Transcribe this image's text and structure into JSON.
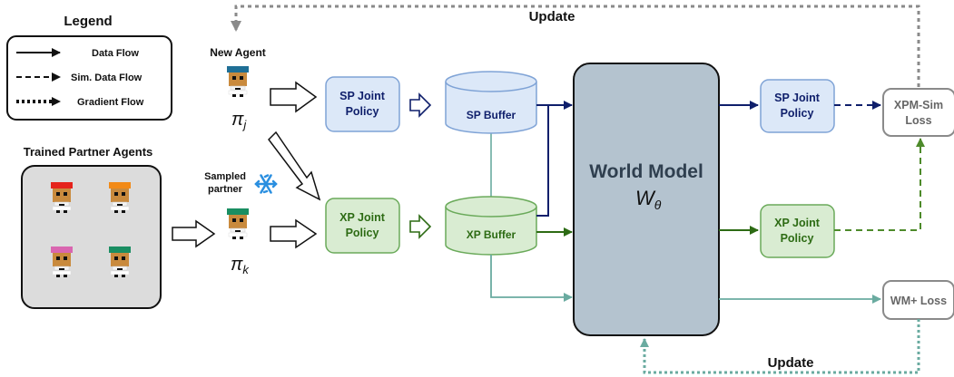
{
  "legend": {
    "title": "Legend",
    "items": [
      {
        "label": "Data Flow",
        "style": "solid"
      },
      {
        "label": "Sim. Data Flow",
        "style": "dashed"
      },
      {
        "label": "Gradient Flow",
        "style": "dotted"
      }
    ]
  },
  "top_update_label": "Update",
  "bottom_update_label": "Update",
  "new_agent": {
    "label": "New Agent",
    "symbol": "π",
    "subscript": "j",
    "hat_color": "#1f6f96"
  },
  "trained_partners": {
    "title": "Trained Partner Agents",
    "hat_colors": [
      "#e5231c",
      "#f28a17",
      "#d966b0",
      "#1a8e62"
    ]
  },
  "sampled_partner": {
    "line1": "Sampled",
    "line2": "partner",
    "symbol": "π",
    "subscript": "k",
    "hat_color": "#1a8e62",
    "icon": "snowflake-icon"
  },
  "sp_joint_policy": {
    "line1": "SP Joint",
    "line2": "Policy"
  },
  "xp_joint_policy": {
    "line1": "XP Joint",
    "line2": "Policy"
  },
  "sp_buffer": "SP Buffer",
  "xp_buffer": "XP Buffer",
  "world_model": {
    "title": "World Model",
    "symbol": "W",
    "subscript": "θ"
  },
  "sp_joint_policy_out": {
    "line1": "SP Joint",
    "line2": "Policy"
  },
  "xp_joint_policy_out": {
    "line1": "XP Joint",
    "line2": "Policy"
  },
  "xpm_sim_loss": {
    "line1": "XPM-Sim",
    "line2": "Loss"
  },
  "wm_loss": "WM+ Loss",
  "colors": {
    "sp_fill": "#dce8f8",
    "sp_stroke": "#7fa3d6",
    "sp_arrow": "#0f1f6b",
    "xp_fill": "#d9ecd2",
    "xp_stroke": "#6aaa5a",
    "xp_arrow": "#2d6b14",
    "teal": "#6aaba0",
    "world_fill": "#b4c3cf",
    "gray": "#8a8a8a"
  }
}
